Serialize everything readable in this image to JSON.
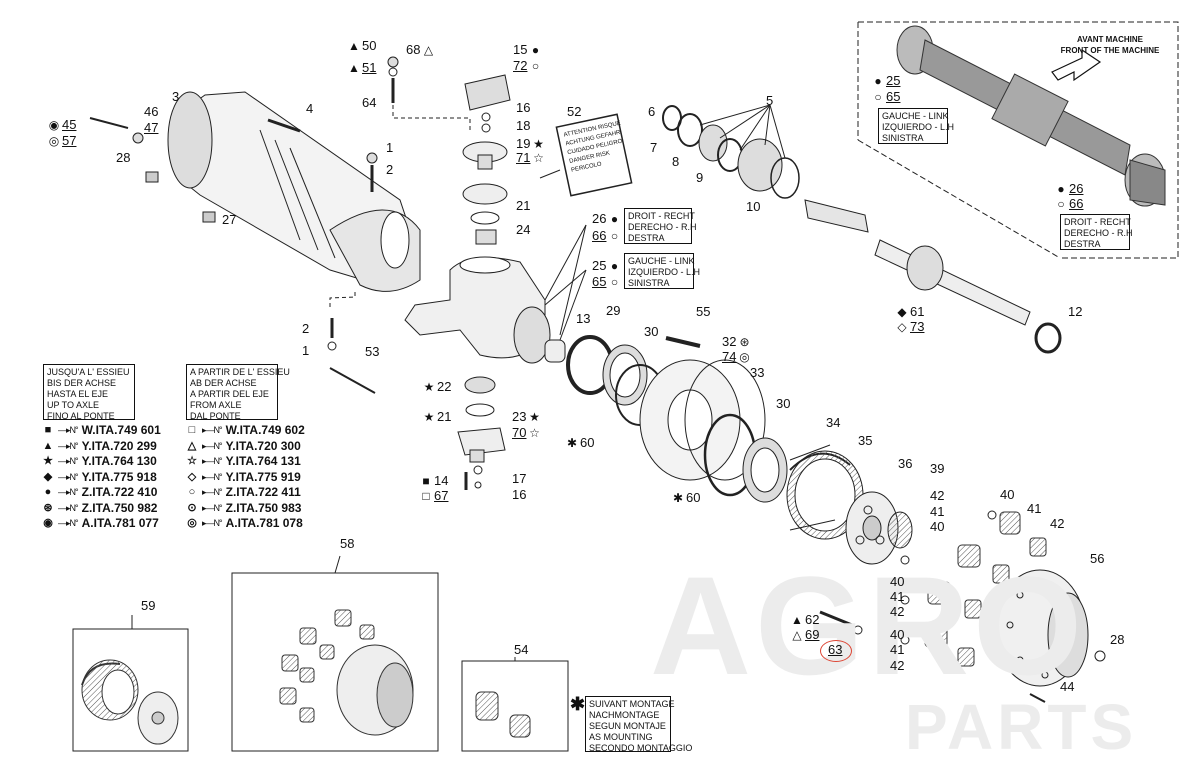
{
  "inset": {
    "title1": "AVANT MACHINE",
    "title2": "FRONT OF THE MACHINE",
    "left_box": [
      "GAUCHE - LINK",
      "IZQUIERDO - L.H",
      "SINISTRA"
    ],
    "right_box": [
      "DROIT - RECHT",
      "DERECHO - R.H",
      "DESTRA"
    ]
  },
  "label_boxes": {
    "droit": [
      "DROIT - RECHT",
      "DERECHO - R.H",
      "DESTRA"
    ],
    "gauche": [
      "GAUCHE - LINK",
      "IZQUIERDO - L.H",
      "SINISTRA"
    ],
    "jusqua": [
      "JUSQU'A L' ESSIEU",
      "BIS DER ACHSE",
      "HASTA EL EJE",
      "UP TO AXLE",
      "FINO AL PONTE"
    ],
    "apartir": [
      "A PARTIR DE L' ESSIEU",
      "AB DER ACHSE",
      "A PARTIR DEL EJE",
      "FROM AXLE",
      "DAL PONTE"
    ],
    "suivant": [
      "SUIVANT MONTAGE",
      "NACHMONTAGE",
      "SEGUN MONTAJE",
      "AS MOUNTING",
      "SECONDO MONTAGGIO"
    ],
    "plate52": [
      "ATTENTION RISQUE",
      "ACHTUNG GEFAHR",
      "CUIDADO PELIGRO",
      "DANGER RISK",
      "PERICOLO"
    ]
  },
  "legend_left": [
    {
      "icon": "■",
      "code": "W.ITA.749 601"
    },
    {
      "icon": "▲",
      "code": "Y.ITA.720 299"
    },
    {
      "icon": "★",
      "code": "Y.ITA.764 130"
    },
    {
      "icon": "◆",
      "code": "Y.ITA.775 918"
    },
    {
      "icon": "●",
      "code": "Z.ITA.722 410"
    },
    {
      "icon": "⊛",
      "code": "Z.ITA.750 982"
    },
    {
      "icon": "◉",
      "code": "A.ITA.781 077"
    }
  ],
  "legend_right": [
    {
      "icon": "□",
      "code": "W.ITA.749 602"
    },
    {
      "icon": "△",
      "code": "Y.ITA.720 300"
    },
    {
      "icon": "☆",
      "code": "Y.ITA.764 131"
    },
    {
      "icon": "◇",
      "code": "Y.ITA.775 919"
    },
    {
      "icon": "○",
      "code": "Z.ITA.722 411"
    },
    {
      "icon": "⊙",
      "code": "Z.ITA.750 983"
    },
    {
      "icon": "◎",
      "code": "A.ITA.781 078"
    }
  ],
  "legend_arrow_left": "—▸N°",
  "legend_arrow_right": "▸—N°",
  "asterisk": "✱",
  "watermark": {
    "line1": "AGRO",
    "line2": "PARTS"
  },
  "callouts": {
    "c1": {
      "n": "1"
    },
    "c1b": {
      "n": "1"
    },
    "c2": {
      "n": "2"
    },
    "c2b": {
      "n": "2"
    },
    "c3": {
      "n": "3"
    },
    "c4": {
      "n": "4"
    },
    "c5": {
      "n": "5"
    },
    "c6": {
      "n": "6"
    },
    "c7": {
      "n": "7"
    },
    "c8": {
      "n": "8"
    },
    "c9": {
      "n": "9"
    },
    "c10": {
      "n": "10"
    },
    "c12": {
      "n": "12"
    },
    "c13": {
      "n": "13"
    },
    "c14": {
      "sym": "■",
      "n": "14"
    },
    "c67": {
      "sym": "□",
      "n": "67"
    },
    "c15": {
      "n": "15",
      "sym": "●"
    },
    "c72": {
      "n": "72",
      "sym": "○"
    },
    "c16": {
      "n": "16"
    },
    "c16b": {
      "n": "16"
    },
    "c17": {
      "n": "17"
    },
    "c18": {
      "n": "18"
    },
    "c19": {
      "n": "19",
      "sym": "★"
    },
    "c71": {
      "n": "71",
      "sym": "☆"
    },
    "c21": {
      "n": "21"
    },
    "c21b": {
      "sym": "★",
      "n": "21"
    },
    "c22": {
      "sym": "★",
      "n": "22"
    },
    "c23": {
      "n": "23",
      "sym": "★"
    },
    "c70": {
      "n": "70",
      "sym": "☆"
    },
    "c24": {
      "n": "24"
    },
    "c25": {
      "sym": "●",
      "n": "25"
    },
    "c65": {
      "sym": "○",
      "n": "65"
    },
    "c26": {
      "n": "26",
      "sym": "●"
    },
    "c66": {
      "n": "66",
      "sym": "○"
    },
    "c25i": {
      "sym": "●",
      "n": "25"
    },
    "c65i": {
      "sym": "○",
      "n": "65"
    },
    "c26i": {
      "sym": "●",
      "n": "26"
    },
    "c66i": {
      "sym": "○",
      "n": "66"
    },
    "c27": {
      "n": "27"
    },
    "c28": {
      "n": "28"
    },
    "c28b": {
      "n": "28"
    },
    "c29": {
      "n": "29"
    },
    "c30": {
      "n": "30"
    },
    "c30b": {
      "n": "30"
    },
    "c32": {
      "n": "32",
      "sym": "⊛"
    },
    "c74": {
      "n": "74",
      "sym": "◎"
    },
    "c33": {
      "n": "33"
    },
    "c34": {
      "n": "34"
    },
    "c35": {
      "n": "35"
    },
    "c36": {
      "n": "36"
    },
    "c39": {
      "n": "39"
    },
    "c40a": {
      "n": "40"
    },
    "c40b": {
      "n": "40"
    },
    "c40c": {
      "n": "40"
    },
    "c40d": {
      "n": "40"
    },
    "c41a": {
      "n": "41"
    },
    "c41b": {
      "n": "41"
    },
    "c41c": {
      "n": "41"
    },
    "c41d": {
      "n": "41"
    },
    "c42a": {
      "n": "42"
    },
    "c42b": {
      "n": "42"
    },
    "c42c": {
      "n": "42"
    },
    "c42d": {
      "n": "42"
    },
    "c44": {
      "n": "44"
    },
    "c45": {
      "sym": "◉",
      "n": "45"
    },
    "c57": {
      "sym": "◎",
      "n": "57"
    },
    "c46": {
      "n": "46"
    },
    "c47": {
      "n": "47"
    },
    "c50": {
      "sym": "▲",
      "n": "50"
    },
    "c51": {
      "sym": "▲",
      "n": "51"
    },
    "c68": {
      "n": "68",
      "sym": "△"
    },
    "c52": {
      "n": "52"
    },
    "c53": {
      "n": "53"
    },
    "c54": {
      "n": "54"
    },
    "c55": {
      "n": "55"
    },
    "c56": {
      "n": "56"
    },
    "c58": {
      "n": "58"
    },
    "c59": {
      "n": "59"
    },
    "c60a": {
      "sym": "✱",
      "n": "60"
    },
    "c60b": {
      "sym": "✱",
      "n": "60"
    },
    "c61": {
      "sym": "◆",
      "n": "61"
    },
    "c73": {
      "sym": "◇",
      "n": "73"
    },
    "c62": {
      "sym": "▲",
      "n": "62"
    },
    "c69": {
      "sym": "△",
      "n": "69"
    },
    "c63": {
      "n": "63"
    },
    "c64": {
      "n": "64"
    }
  }
}
